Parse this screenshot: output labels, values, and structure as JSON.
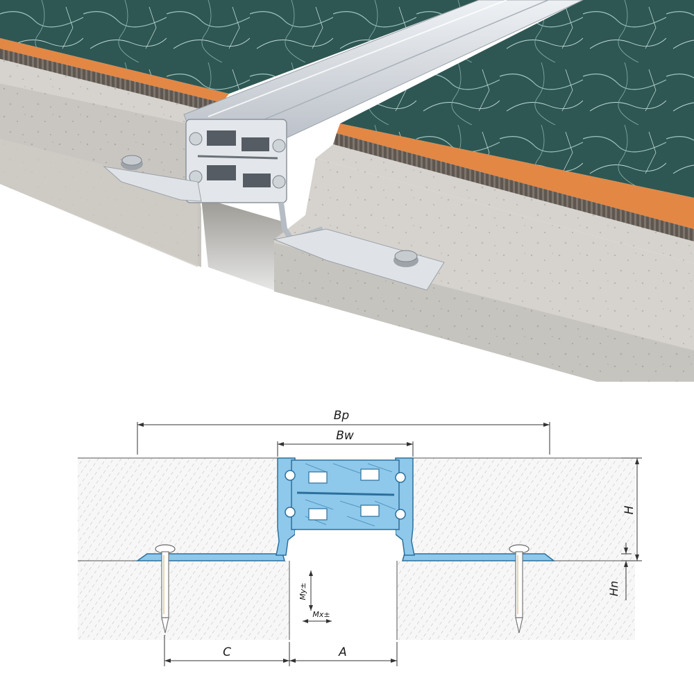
{
  "dimension_labels": {
    "bp": "Bp",
    "bw": "Bw",
    "h": "H",
    "hn": "Hn",
    "c": "C",
    "a": "A",
    "my": "My±",
    "mx": "Mx±"
  },
  "colors": {
    "profile_blue": "#8ec8ea",
    "profile_outline": "#2b6f9c",
    "concrete_top": "#d9d6d1",
    "concrete_side": "#c9c5be",
    "marble": "#2f5a56",
    "orange_strip": "#e88a4a",
    "aluminium": "#d9dde2"
  }
}
